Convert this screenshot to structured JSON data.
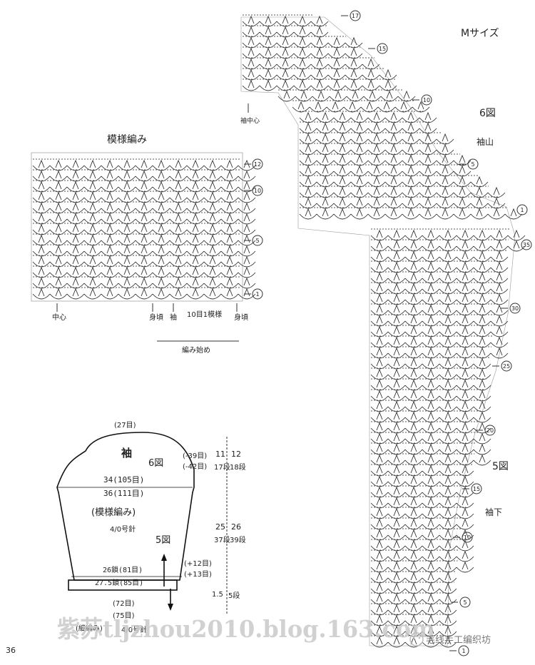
{
  "page_number": "36",
  "size_label": "Mサイズ",
  "pattern_swatch": {
    "title": "模様編み",
    "row_markers": [
      "12",
      "10",
      "5",
      "1"
    ],
    "center_label": "中心",
    "below_labels": {
      "body_a": "身頃",
      "sleeve": "袖",
      "repeat": "10目1模様",
      "body_b": "身頃"
    },
    "start_label": "編み始め"
  },
  "sleeve_chart": {
    "sleeve_center_label": "袖中心",
    "figure6_label": "6図",
    "sleeve_cap_label": "袖山",
    "figure5_label": "5図",
    "underarm_label": "袖下",
    "row_markers": [
      "17",
      "15",
      "10",
      "5",
      "1",
      "35",
      "30",
      "25",
      "20",
      "15",
      "10",
      "5",
      "1"
    ]
  },
  "schematic": {
    "top_stitches": "(27目)",
    "piece_name": "袖",
    "figure6": "6図",
    "width_upper_a": "34(105目)",
    "width_upper_b": "36(111目)",
    "pattern_name": "(模様編み)",
    "needle": "4/0号針",
    "figure5": "5図",
    "lower_width_a": "26鎖(81目)",
    "lower_width_b": "27.5鎖(85目)",
    "bottom_a": "(72目)",
    "bottom_b": "(75目)",
    "edging_label": "(細編み)",
    "edging_needle": "4/0号針",
    "cap_dec": [
      "(-39目)",
      "(-42目)"
    ],
    "cap_height_a": "11",
    "cap_rows_a": "17段",
    "cap_height_b": "12",
    "cap_rows_b": "18段",
    "body_height_a": "25",
    "body_rows_a": "37段",
    "body_height_b": "26",
    "body_rows_b": "39段",
    "inc": [
      "(+12目)",
      "(+13目)"
    ],
    "cuff_height": "1.5",
    "cuff_rows": "5段"
  },
  "watermark": {
    "url_text": "紫苏tljzhou2010.blog.163.com",
    "badge_text": "毛线手工编织坊"
  }
}
